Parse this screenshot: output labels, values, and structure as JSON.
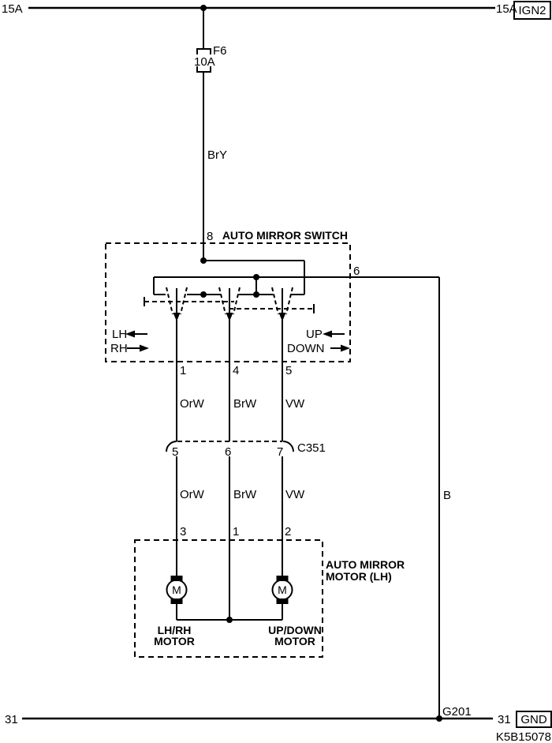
{
  "header": {
    "left_rating": "15A",
    "right_rating": "15A",
    "right_tag": "IGN2"
  },
  "fuse": {
    "name": "F6",
    "rating": "10A"
  },
  "wires": {
    "supply": "BrY",
    "ground": "B",
    "upper": [
      "OrW",
      "BrW",
      "VW"
    ],
    "lower": [
      "OrW",
      "BrW",
      "VW"
    ]
  },
  "mirror_switch": {
    "title": "AUTO MIRROR SWITCH",
    "pin_in": "8",
    "pin_out_right": "6",
    "pins_out": [
      "1",
      "4",
      "5"
    ],
    "dir_lh": "LH",
    "dir_rh": "RH",
    "dir_up": "UP",
    "dir_down": "DOWN"
  },
  "connector": {
    "name": "C351",
    "pins": [
      "5",
      "6",
      "7"
    ]
  },
  "mirror_motor": {
    "title_line1": "AUTO MIRROR",
    "title_line2": "MOTOR (LH)",
    "pins": [
      "3",
      "1",
      "2"
    ],
    "symbol": "M",
    "left_label_line1": "LH/RH",
    "left_label_line2": "MOTOR",
    "right_label_line1": "UP/DOWN",
    "right_label_line2": "MOTOR"
  },
  "footer": {
    "left_circuit": "31",
    "right_circuit": "31",
    "right_tag": "GND",
    "ground_point": "G201",
    "drawing_code": "K5B15078"
  }
}
